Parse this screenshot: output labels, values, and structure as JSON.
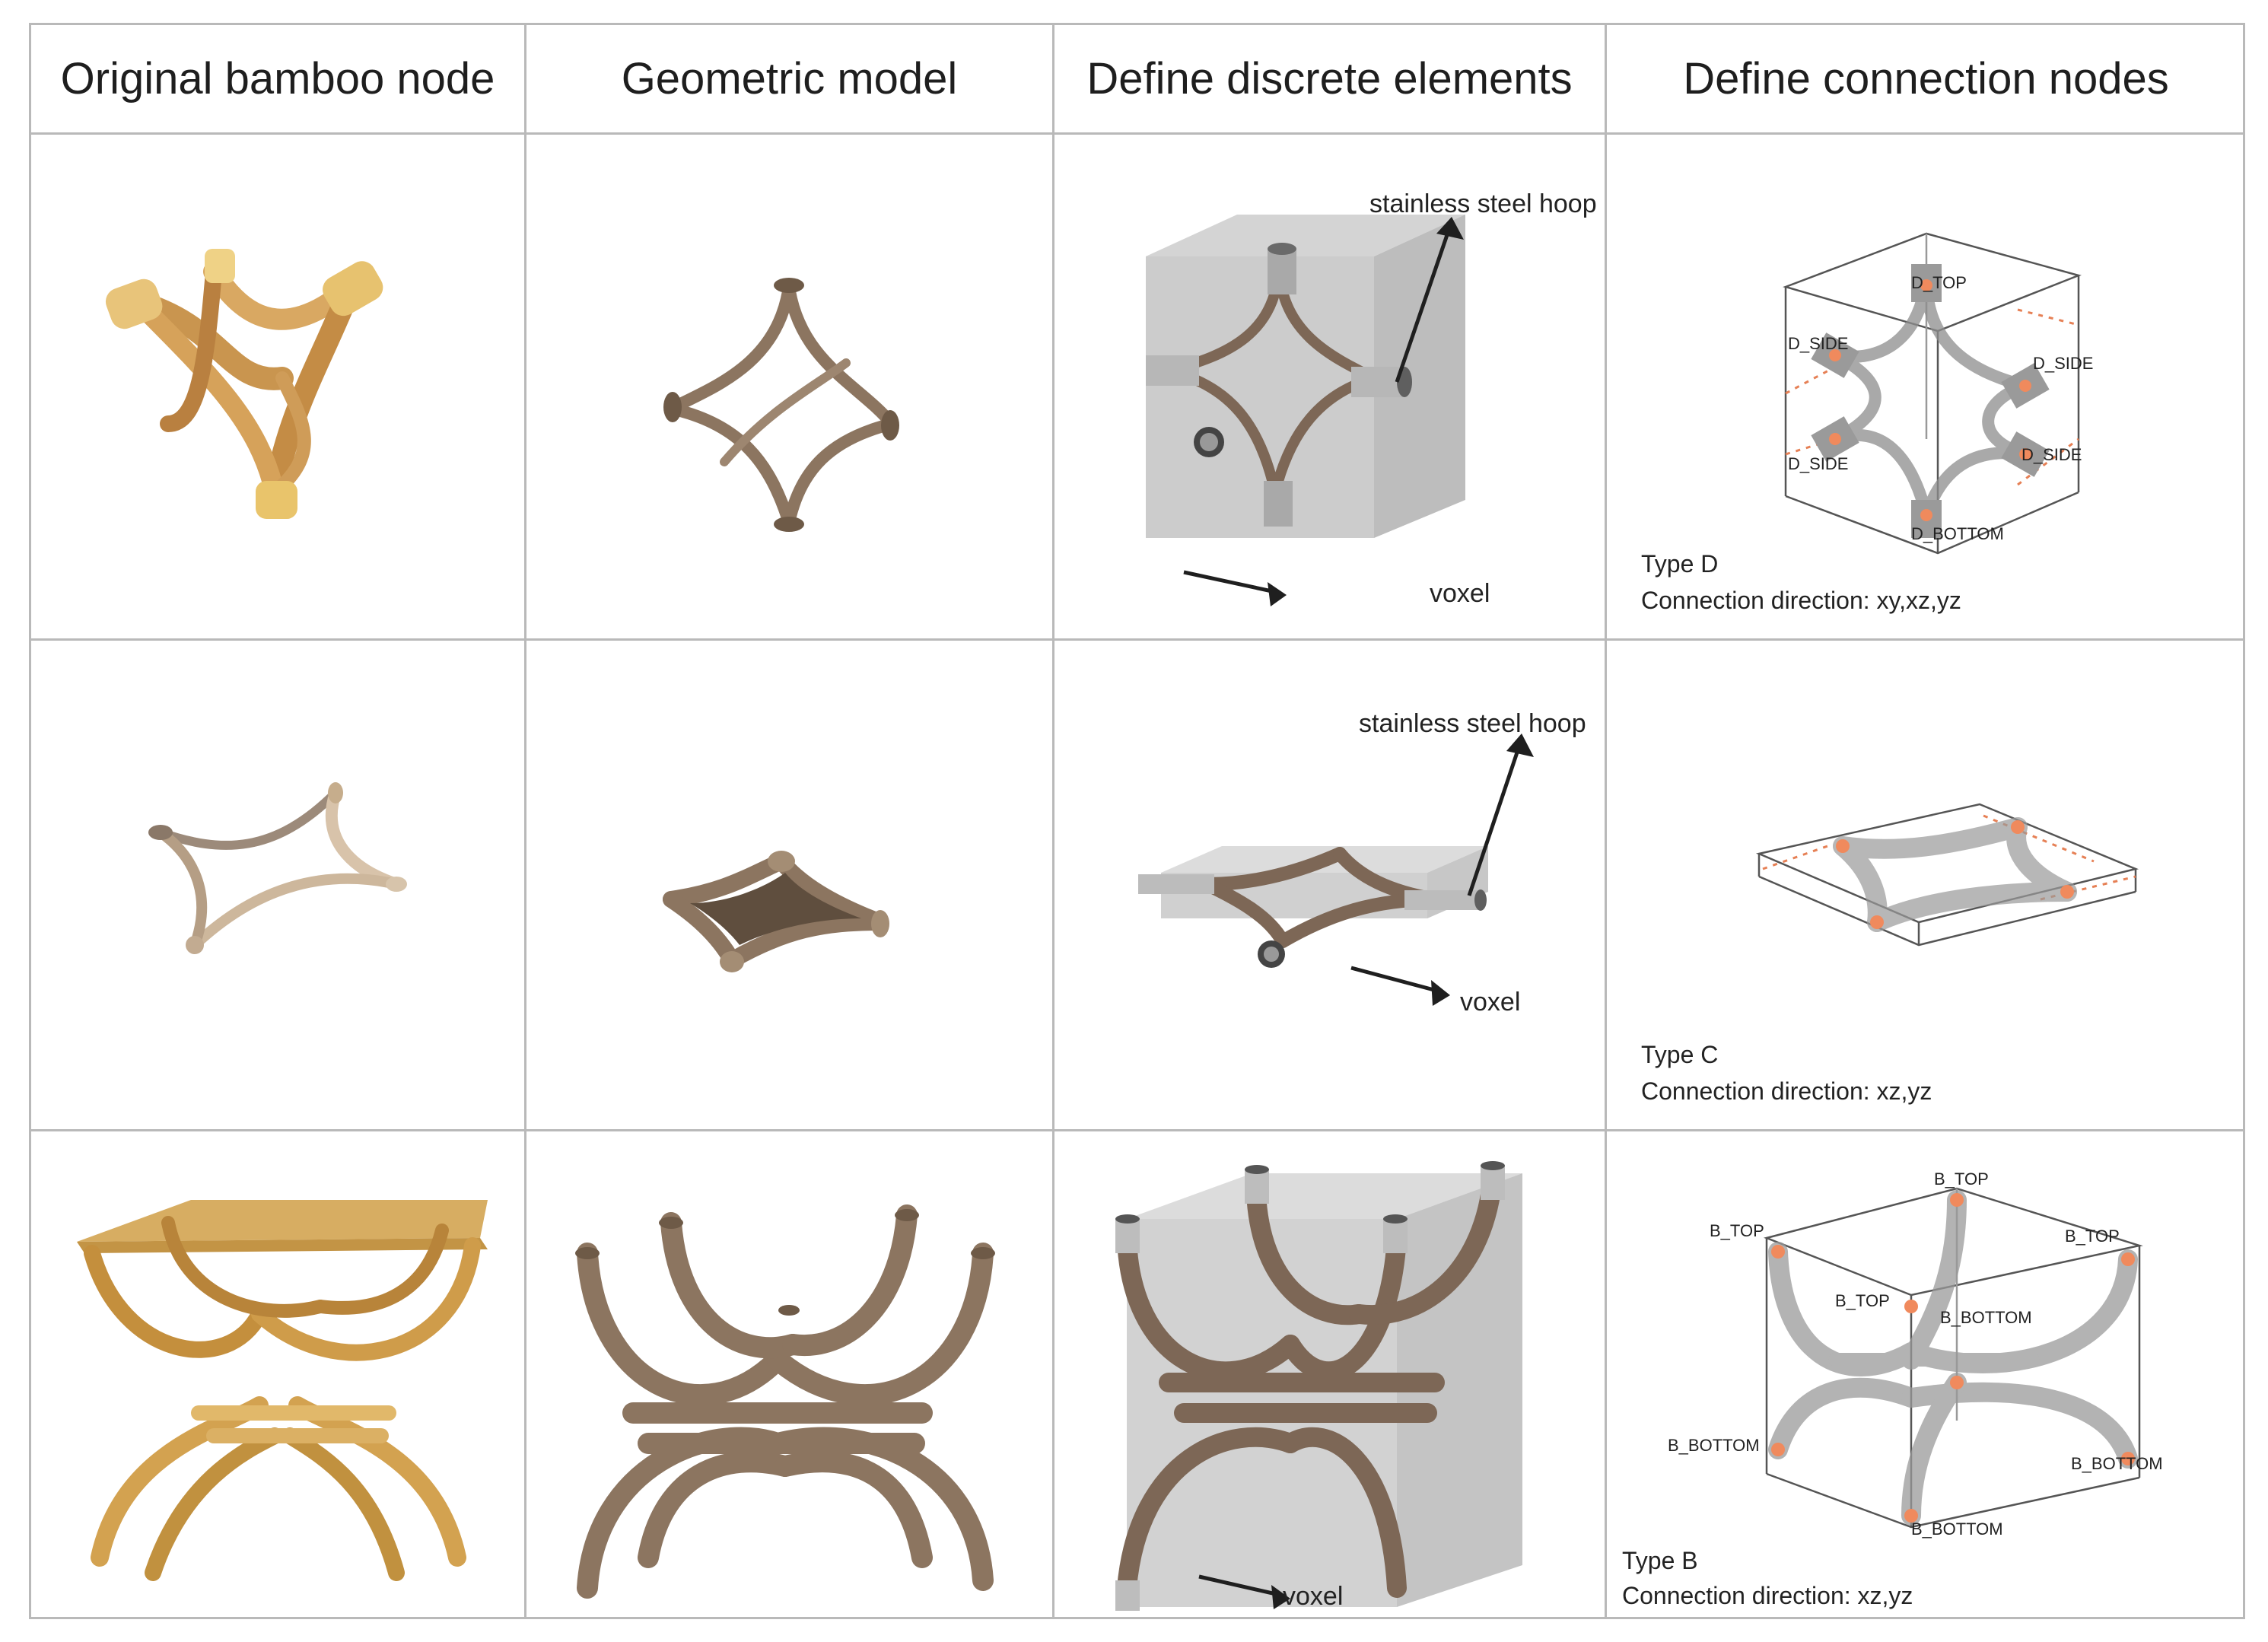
{
  "headers": {
    "col1": "Original bamboo node",
    "col2": "Geometric model",
    "col3": "Define discrete elements",
    "col4": "Define connection nodes"
  },
  "rows": [
    {
      "hoop_label": "stainless steel hoop",
      "voxel_label": "voxel",
      "type": "Type D",
      "direction": "Connection direction: xy,xz,yz",
      "nodes": [
        "D_TOP",
        "D_SIDE",
        "D_SIDE",
        "D_SIDE",
        "D_SIDE",
        "D_BOTTOM"
      ]
    },
    {
      "hoop_label": "stainless steel hoop",
      "voxel_label": "voxel",
      "type": "Type C",
      "direction": "Connection direction: xz,yz"
    },
    {
      "voxel_label": "voxel",
      "type": "Type B",
      "direction": "Connection direction: xz,yz",
      "nodes": [
        "B_TOP",
        "B_TOP",
        "B_TOP",
        "B_TOP",
        "B_BOTTOM",
        "B_BOTTOM",
        "B_BOTTOM",
        "B_BOTTOM"
      ]
    }
  ],
  "colors": {
    "bamboo_light": "#d9b070",
    "bamboo_dark": "#8c7560",
    "steel": "#b8b8b8",
    "node_dot": "#f08a5d",
    "grid": "#b9b9b9"
  }
}
